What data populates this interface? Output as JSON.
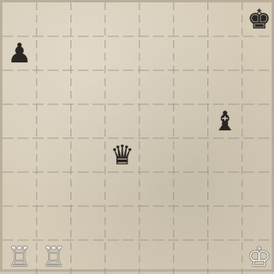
{
  "board": {
    "files": 8,
    "ranks": 8,
    "pieces": [
      {
        "name": "black-king",
        "square": "h8",
        "glyph": "♚",
        "color": "black"
      },
      {
        "name": "black-pawn",
        "square": "a7",
        "glyph": "♟",
        "color": "black"
      },
      {
        "name": "black-bishop",
        "square": "g5",
        "glyph": "♝",
        "color": "black"
      },
      {
        "name": "black-queen",
        "square": "d4",
        "glyph": "♛",
        "color": "black"
      },
      {
        "name": "white-rook-a1",
        "square": "a1",
        "glyph": "♖",
        "color": "white"
      },
      {
        "name": "white-rook-b1",
        "square": "b1",
        "glyph": "♖",
        "color": "white"
      },
      {
        "name": "white-king",
        "square": "h1",
        "glyph": "♔",
        "color": "white"
      }
    ]
  },
  "colors": {
    "paper": "#d6ccb8",
    "grid": "#8f8778",
    "dark_piece": "#2a2622",
    "light_piece": "#f2eee6"
  }
}
